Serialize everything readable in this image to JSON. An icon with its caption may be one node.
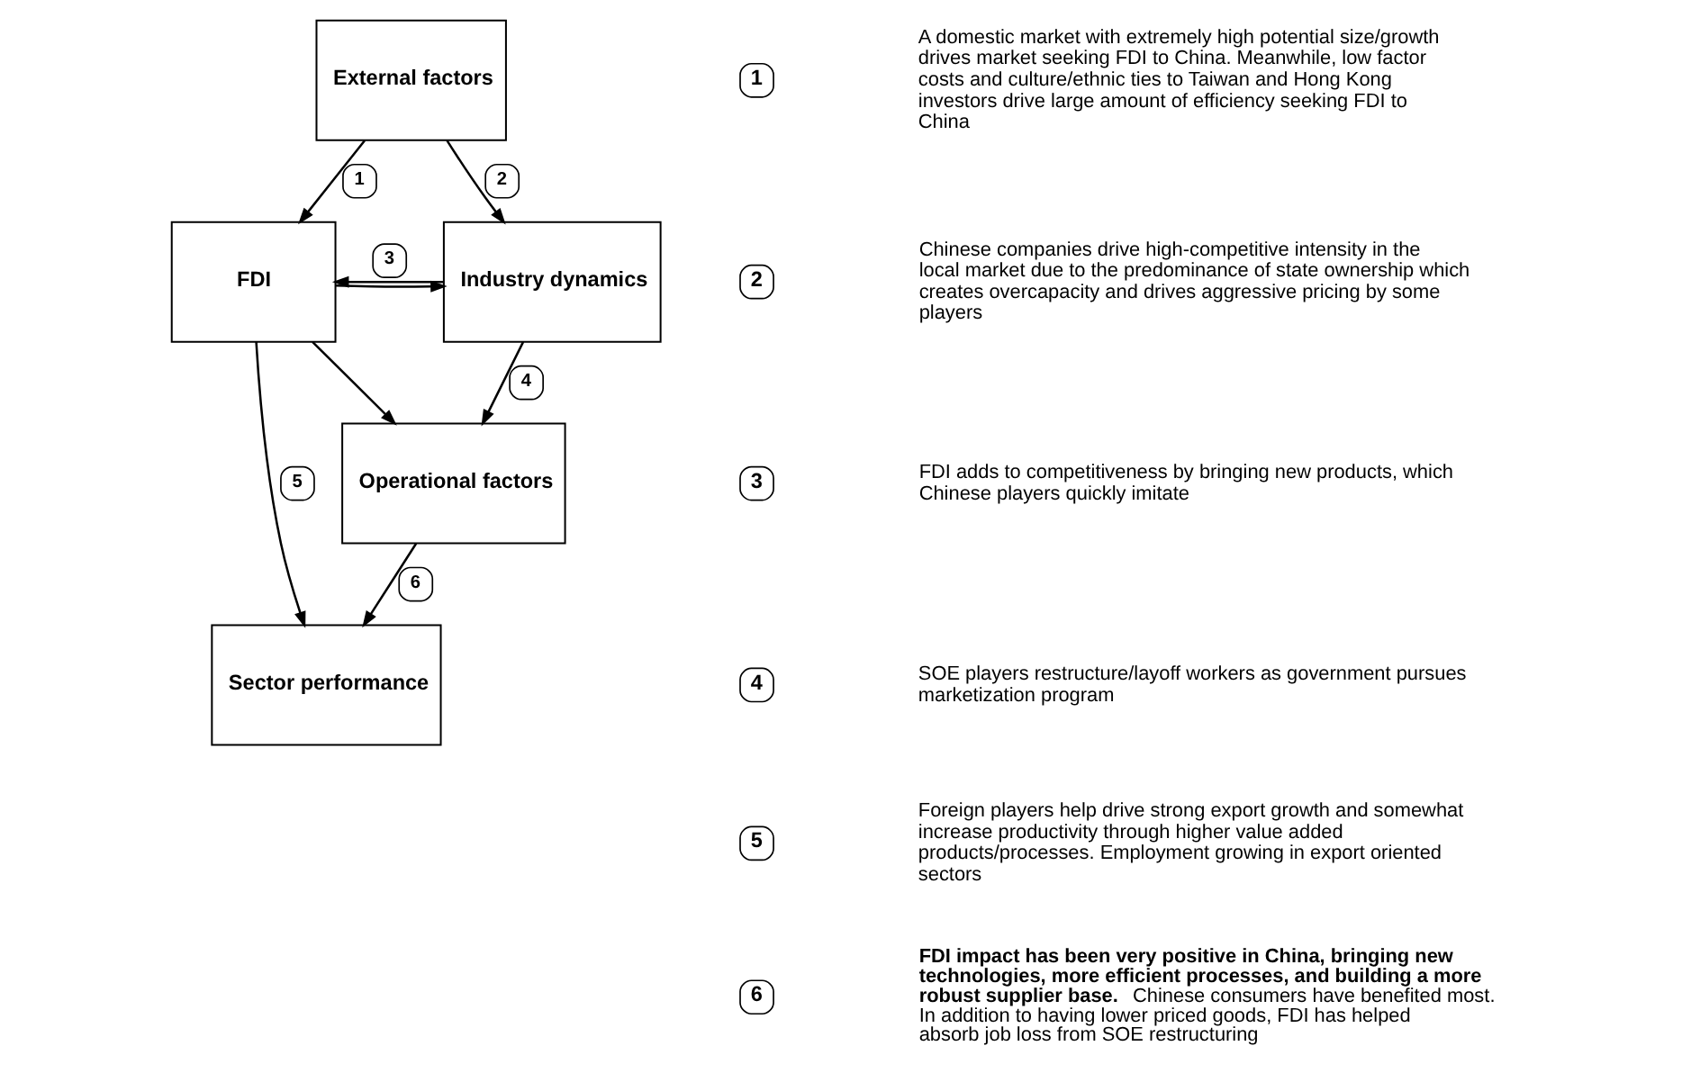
{
  "diagram": {
    "nodes": [
      {
        "text": [
          "External factors"
        ]
      },
      {
        "text": [
          "FDI"
        ]
      },
      {
        "text": [
          "Industry dynamics"
        ]
      },
      {
        "text": [
          "Operational factors"
        ]
      },
      {
        "text": [
          "Sector performance"
        ]
      }
    ],
    "edges": [
      {
        "from": 0,
        "to": 1,
        "arrow": "to",
        "label": "1"
      },
      {
        "from": 0,
        "to": 2,
        "arrow": "to",
        "label": "2"
      },
      {
        "from": 2,
        "to": 1,
        "arrow": "to",
        "label": "3"
      },
      {
        "from": 1,
        "to": 2,
        "arrow": "to"
      },
      {
        "from": 2,
        "to": 3,
        "arrow": "to",
        "label": "4"
      },
      {
        "from": 1,
        "to": 3,
        "arrow": "to"
      },
      {
        "from": 1,
        "to": 4,
        "arrow": "to",
        "label": "5"
      },
      {
        "from": 3,
        "to": 4,
        "arrow": "to",
        "label": "6"
      }
    ],
    "labels": [
      "1",
      "A domestic market with extremely high potential size/growth drives market seeking FDI to China.  Meanwhile, low factor costs and culture/ethnic ties to Taiwan and Hong Kong investors drive large amount of efficiency seeking FDI to China",
      "2",
      "Chinese companies drive high-competitive intensity in the local market due to the predominance of state ownership which creates overcapacity and drives aggressive pricing by some players",
      "3",
      "FDI adds to competitiveness by bringing new products, which Chinese players quickly imitate",
      "4",
      "SOE players restructure/layoff workers as government pursues marketization program",
      "5",
      "Foreign players help drive strong export growth and somewhat increase productivity through higher value added products/processes.  Employment growing in export oriented sectors",
      "6",
      "**FDI impact has been very positive in China, bringing new technologies, more efficient processes, and building a more robust supplier base.** Chinese consumers have benefited most. In addition to having lower priced goods, FDI has helped absorb job loss from SOE restructuring"
    ]
  }
}
